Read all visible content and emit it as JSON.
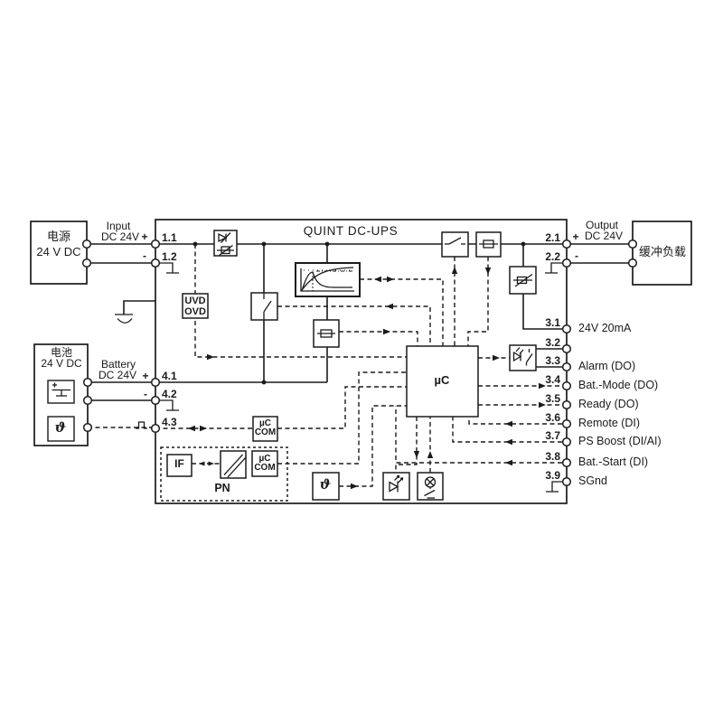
{
  "colors": {
    "line": "#1b1b1b",
    "background": "#ffffff"
  },
  "title": "QUINT DC-UPS",
  "devices": {
    "source_line1": "电源",
    "source_line2": "24 V DC",
    "load": "缓冲负载",
    "battery_line1": "电池",
    "battery_line2": "24 V DC"
  },
  "ports": {
    "input": {
      "caption_line1": "Input",
      "caption_line2": "DC 24V",
      "plus": "+",
      "minus": "-",
      "terminal_plus": "1.1",
      "terminal_minus": "1.2"
    },
    "output": {
      "caption_line1": "Output",
      "caption_line2": "DC 24V",
      "plus": "+",
      "minus": "-",
      "terminal_plus": "2.1",
      "terminal_minus": "2.2"
    },
    "battery": {
      "caption_line1": "Battery",
      "caption_line2": "DC 24V",
      "plus": "+",
      "minus": "-",
      "terminal_plus": "4.1",
      "terminal_minus": "4.2",
      "terminal_signal": "4.3"
    }
  },
  "signal_rows": [
    {
      "num": "3.1",
      "label": "24V 20mA"
    },
    {
      "num": "3.2",
      "label": ""
    },
    {
      "num": "3.3",
      "label": "Alarm (DO)"
    },
    {
      "num": "3.4",
      "label": "Bat.-Mode (DO)"
    },
    {
      "num": "3.5",
      "label": "Ready (DO)"
    },
    {
      "num": "3.6",
      "label": "Remote (DI)"
    },
    {
      "num": "3.7",
      "label": "PS Boost (DI/AI)"
    },
    {
      "num": "3.8",
      "label": "Bat.-Start (DI)"
    },
    {
      "num": "3.9",
      "label": "SGnd"
    }
  ],
  "blocks": {
    "uvd": "UVD",
    "ovd": "OVD",
    "micro": "µC",
    "com_line1": "µC",
    "com_line2": "COM",
    "interface": "IF",
    "network": "PN",
    "theta": "ϑ"
  },
  "icons": {
    "input_protection": "diode-varistor",
    "charge_characteristic": "charging-curve-chart",
    "battery_switch": "switch",
    "charge_limiter": "fuse",
    "output_switch": "switch",
    "output_fuse": "fuse",
    "aux_output_element": "varistor",
    "alarm_relay": "led-relay-contact",
    "status_led": "led",
    "mode_selector": "rotary-selector-switch",
    "temperature_sensor": "theta-symbol",
    "signal_4_3": "square-wave-pulse",
    "battery_cell": "battery-cell",
    "chassis_ground": "earth-ground",
    "signal_ground": "signal-ground"
  }
}
